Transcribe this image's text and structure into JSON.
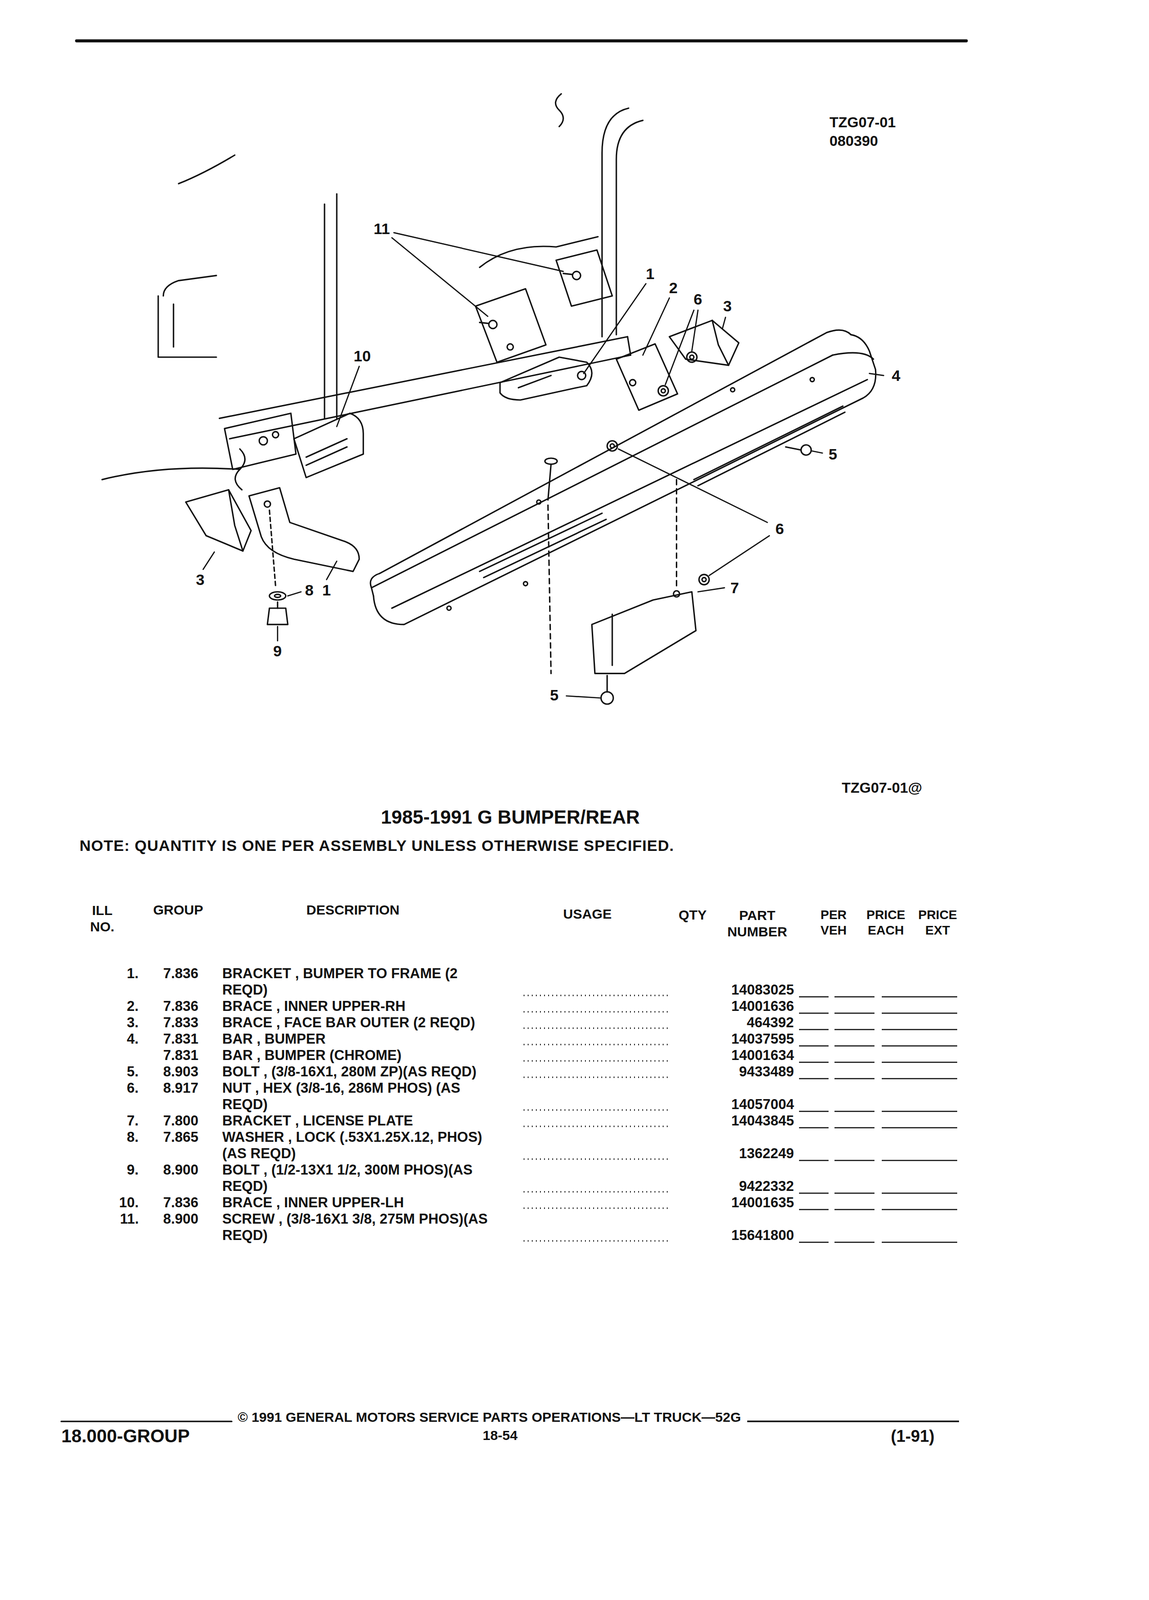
{
  "diagram": {
    "title": "1985-1991 G BUMPER/REAR",
    "labels": [
      "TZG07-01",
      "080390",
      "11",
      "1",
      "2",
      "6",
      "3",
      "4",
      "10",
      "5",
      "6",
      "3",
      "8",
      "1",
      "9",
      "7",
      "5",
      "TZG07-01@",
      "NOTE: QUANTITY IS ONE PER ASSEMBLY UNLESS OTHERWISE SPECIFIED.",
      "ILL NO.",
      "GROUP",
      "DESCRIPTION",
      "USAGE",
      "QTY",
      "PART NUMBER",
      "PER VEH",
      "PRICE EACH",
      "PRICE EXT",
      "1.",
      "7.836",
      "BRACKET , BUMPER TO FRAME (2 REQD)",
      "14083025",
      "2.",
      "7.836",
      "BRACE , INNER UPPER-RH",
      "14001636",
      "3.",
      "7.833",
      "BRACE , FACE BAR OUTER (2 REQD)",
      "464392",
      "4.",
      "7.831",
      "BAR , BUMPER",
      "14037595",
      "7.831",
      "BAR , BUMPER (CHROME)",
      "14001634",
      "5.",
      "8.903",
      "BOLT , (3/8-16X1, 280M ZP)(AS REQD)",
      "9433489",
      "6.",
      "8.917",
      "NUT , HEX (3/8-16, 286M PHOS) (AS REQD)",
      "14057004",
      "7.",
      "7.800",
      "BRACKET , LICENSE PLATE",
      "14043845",
      "8.",
      "7.865",
      "WASHER , LOCK (.53X1.25X.12, PHOS)(AS REQD)",
      "1362249",
      "9.",
      "8.900",
      "BOLT , (1/2-13X1 1/2, 300M PHOS)(AS REQD)",
      "9422332",
      "10.",
      "7.836",
      "BRACE , INNER UPPER-LH",
      "14001635",
      "11.",
      "8.900",
      "SCREW , (3/8-16X1 3/8, 275M PHOS)(AS REQD)",
      "15641800",
      "18.000-GROUP",
      "© 1991 GENERAL MOTORS SERVICE PARTS OPERATIONS—LT TRUCK—52G",
      "18-54",
      "(1-91)"
    ]
  }
}
